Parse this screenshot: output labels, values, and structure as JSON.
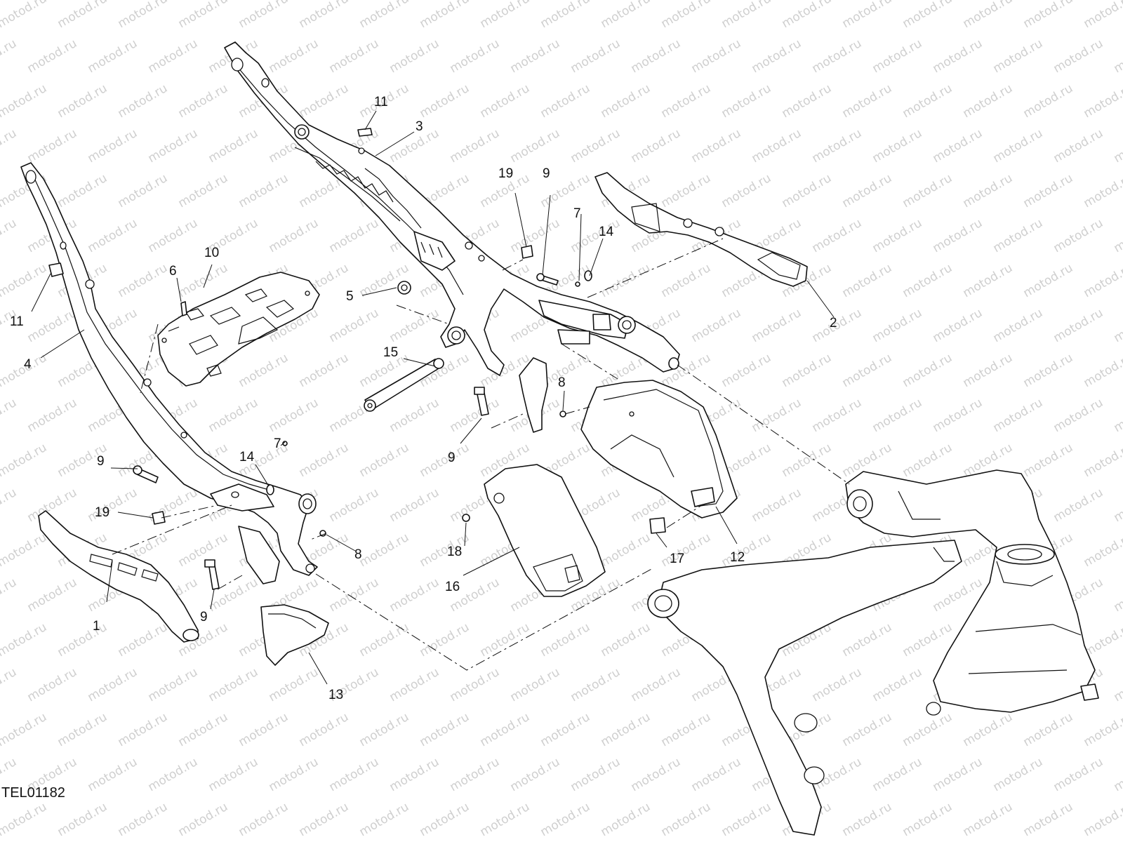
{
  "diagram_code": "TEL01182",
  "watermark": {
    "text": "motod.ru"
  },
  "callouts": {
    "c1": "1",
    "c2": "2",
    "c3": "3",
    "c4": "4",
    "c5": "5",
    "c6": "6",
    "c7a": "7",
    "c7b": "7",
    "c8a": "8",
    "c8b": "8",
    "c9a": "9",
    "c9b": "9",
    "c9c": "9",
    "c9d": "9",
    "c10": "10",
    "c11a": "11",
    "c11b": "11",
    "c12": "12",
    "c13": "13",
    "c14a": "14",
    "c14b": "14",
    "c15": "15",
    "c16": "16",
    "c17": "17",
    "c18": "18",
    "c19a": "19",
    "c19b": "19"
  }
}
